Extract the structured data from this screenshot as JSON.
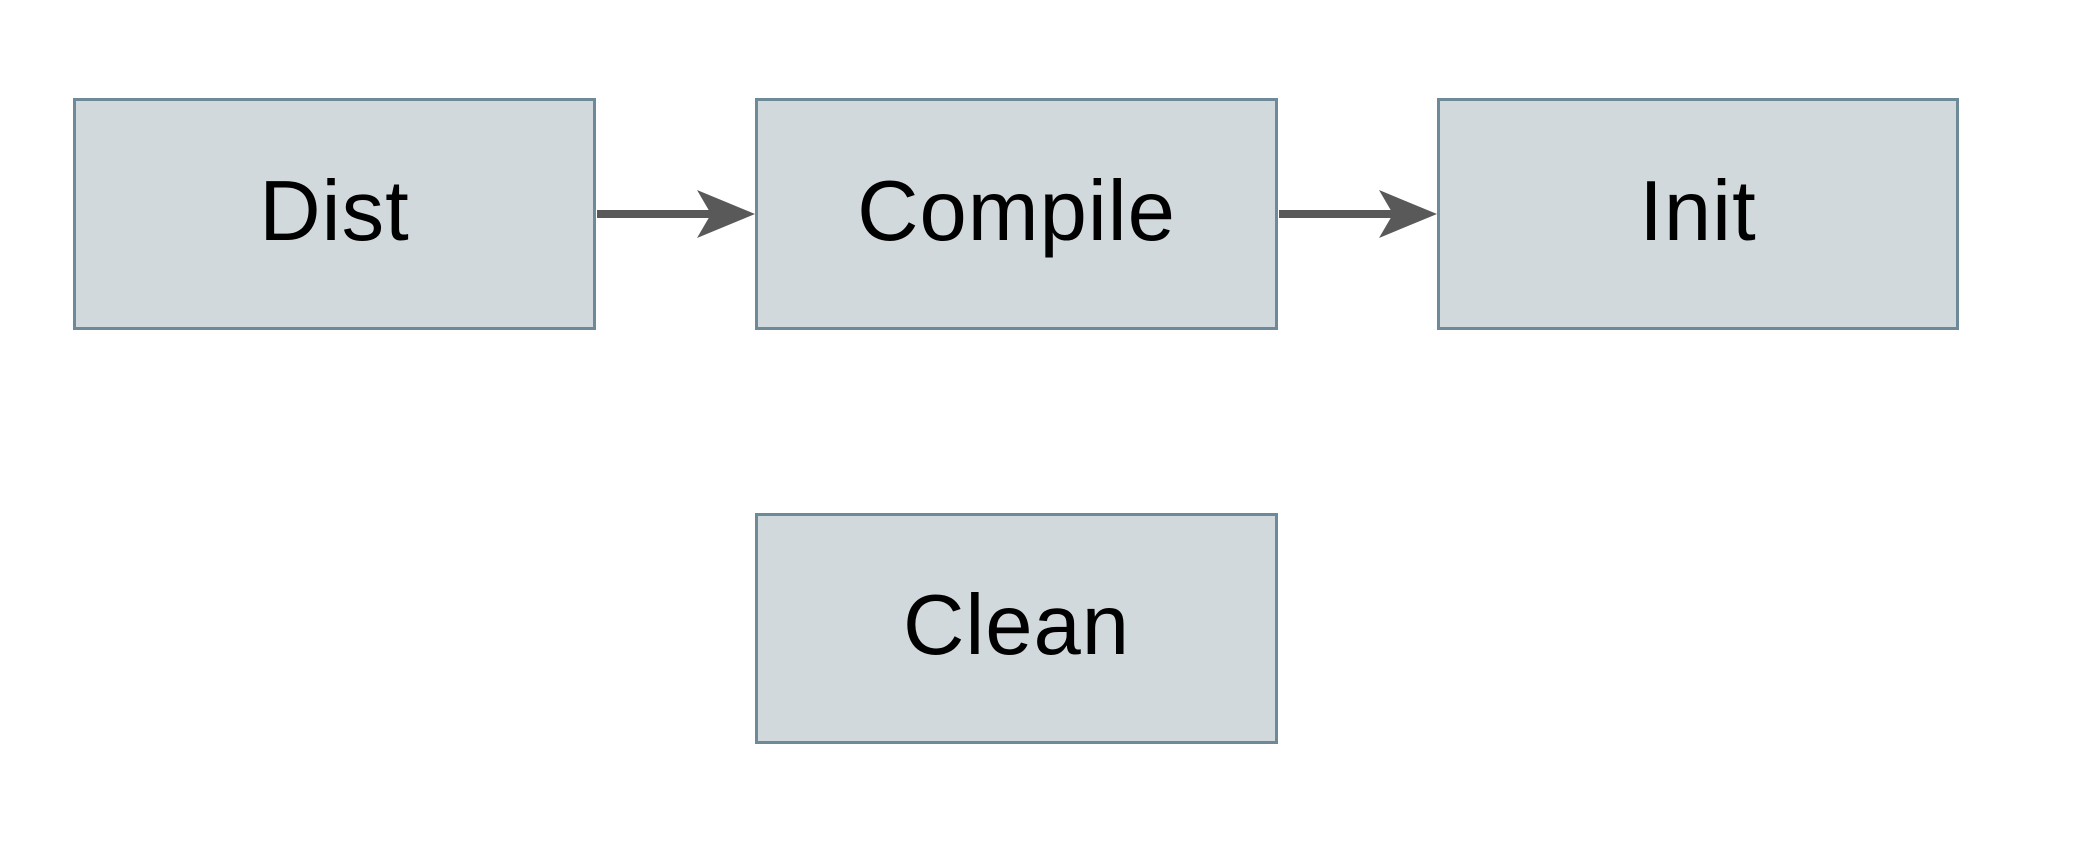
{
  "diagram": {
    "nodes": [
      {
        "id": "dist",
        "label": "Dist"
      },
      {
        "id": "compile",
        "label": "Compile"
      },
      {
        "id": "init",
        "label": "Init"
      },
      {
        "id": "clean",
        "label": "Clean"
      }
    ],
    "edges": [
      {
        "from": "dist",
        "to": "compile"
      },
      {
        "from": "compile",
        "to": "init"
      }
    ],
    "colors": {
      "background": "#ffffff",
      "node_fill": "#d2d9dc",
      "node_border": "#6e8998",
      "arrow": "#595959",
      "text": "#000000"
    }
  }
}
